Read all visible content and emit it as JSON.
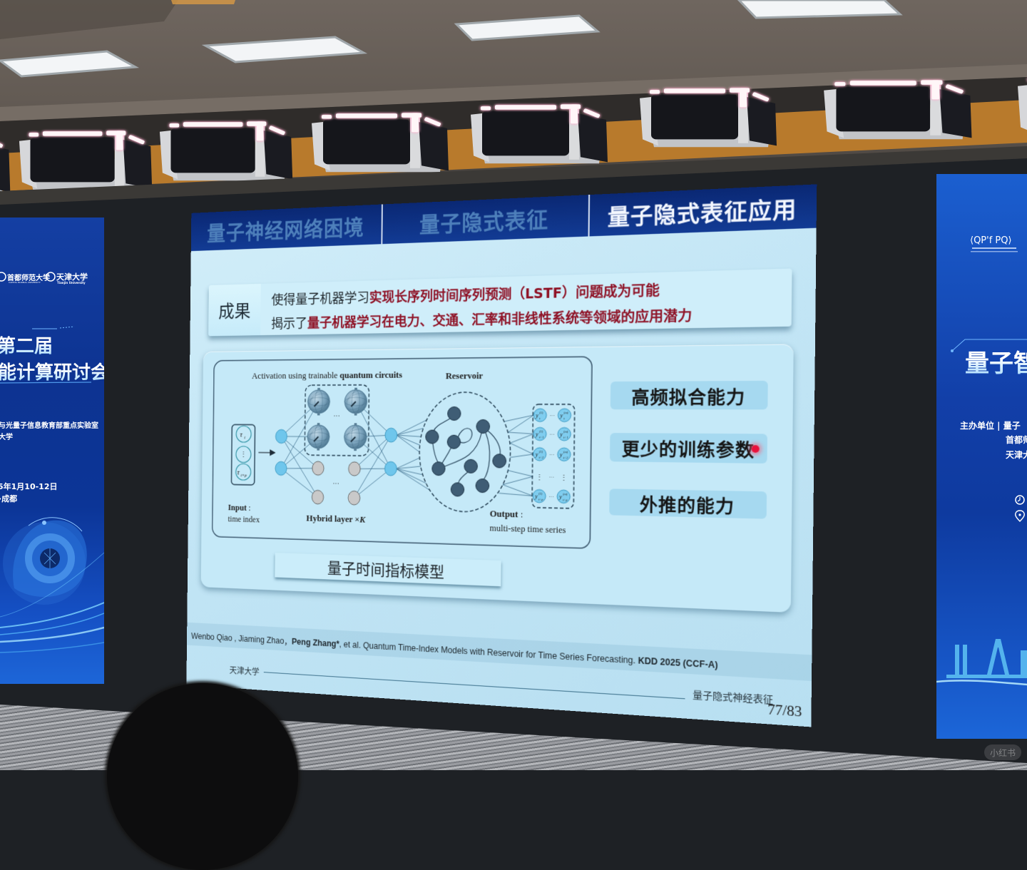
{
  "scene": {
    "watermark": "小红书"
  },
  "left_banner": {
    "logo_1": "首都师范大学",
    "logo_1_en": "CAPITAL NORMAL UNIVERSITY",
    "logo_2": "天津大学",
    "logo_2_en": "Tianjin University",
    "title_line_1": "第二届",
    "title_line_2": "能计算研讨会",
    "organizer_line_1": "与光量子信息教育部重点实验室",
    "organizer_line_2": "大学",
    "date": "5年1月10-12日",
    "city": "·成都"
  },
  "right_banner": {
    "logo": "⟨QP'f PQ⟩",
    "title": "量子智",
    "host_line_1": "主办单位 | 量子",
    "host_line_2": "首都师",
    "host_line_3": "天津大"
  },
  "slide": {
    "tabs": [
      {
        "label": "量子神经网络困境",
        "active": false
      },
      {
        "label": "量子隐式表征",
        "active": false
      },
      {
        "label": "量子隐式表征应用",
        "active": true
      }
    ],
    "result": {
      "label": "成果",
      "lines": [
        {
          "prefix": "使得量子机器学习",
          "highlight": "实现长序列时间序列预测（LSTF）问题成为可能"
        },
        {
          "prefix": "揭示了",
          "highlight": "量子机器学习在电力、交通、汇率和非线性系统等领域的应用潜力"
        }
      ]
    },
    "diagram": {
      "activation_prefix": "Activation using trainable ",
      "activation_bold": "quantum circuits",
      "reservoir": "Reservoir",
      "input_title": "Input",
      "input_colon": " :",
      "input_desc": "time index",
      "hybrid_title": "Hybrid layer ×",
      "hybrid_k": "K",
      "output_title": "Output",
      "output_colon": " :",
      "output_desc": "multi-step time series",
      "ellipsis": "···",
      "vdots": "⋮",
      "input_symbol": "τ",
      "input_subs": [
        "t",
        "t+p"
      ],
      "output_symbol": "y",
      "output_sups": [
        "(1)",
        "(m)"
      ],
      "output_subs": [
        "t",
        "t+1",
        "t+2",
        "t+p"
      ]
    },
    "model_label": "量子时间指标模型",
    "advantages": [
      "高频拟合能力",
      "更少的训练参数",
      "外推的能力"
    ],
    "citation": {
      "authors": "Wenbo Qiao , Jiaming Zhao，",
      "corresponding": "Peng Zhang*",
      "rest": ", et al. Quantum Time-Index Models with Reservoir for Time Series Forecasting. ",
      "venue": "KDD 2025 (CCF-A)"
    },
    "footer": {
      "institution": "天津大学",
      "section": "量子隐式神经表征",
      "page": "77/83"
    },
    "colors": {
      "header": "#0c2b7a",
      "tab_inactive": "#4e80bb",
      "tab_active": "#f3f7ff",
      "highlight_red": "#8e1024",
      "slide_bg": "#c2e5f5",
      "pill_bg": "#a6d9f0",
      "laser_dot": "#e8123c"
    }
  }
}
